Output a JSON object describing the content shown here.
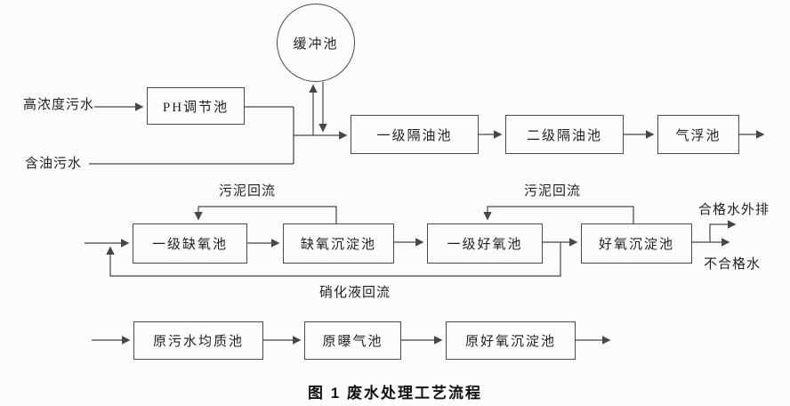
{
  "diagram": {
    "caption": "图 1  废水处理工艺流程",
    "nodes": {
      "buffer_pool": "缓冲池",
      "ph_adjust_pool": "PH调节池",
      "oil_sep_1": "一级隔油池",
      "oil_sep_2": "二级隔油池",
      "flotation_pool": "气浮池",
      "anoxic_pool_1": "一级缺氧池",
      "anoxic_sed_pool": "缺氧沉淀池",
      "aerobic_pool_1": "一级好氧池",
      "aerobic_sed_pool": "好氧沉淀池",
      "raw_equalization_pool": "原污水均质池",
      "raw_aeration_pool": "原曝气池",
      "raw_aerobic_sed_pool": "原好氧沉淀池"
    },
    "labels": {
      "inlet_high_concentration": "高浓度污水",
      "inlet_oily_water": "含油污水",
      "sludge_return_left": "污泥回流",
      "sludge_return_right": "污泥回流",
      "nitrified_liquid_return": "硝化液回流",
      "qualified_water_out": "合格水外排",
      "unqualified_water": "不合格水"
    },
    "colors": {
      "line": "#474747",
      "text": "#1f1f1f",
      "background": "#fcfcfc"
    }
  }
}
